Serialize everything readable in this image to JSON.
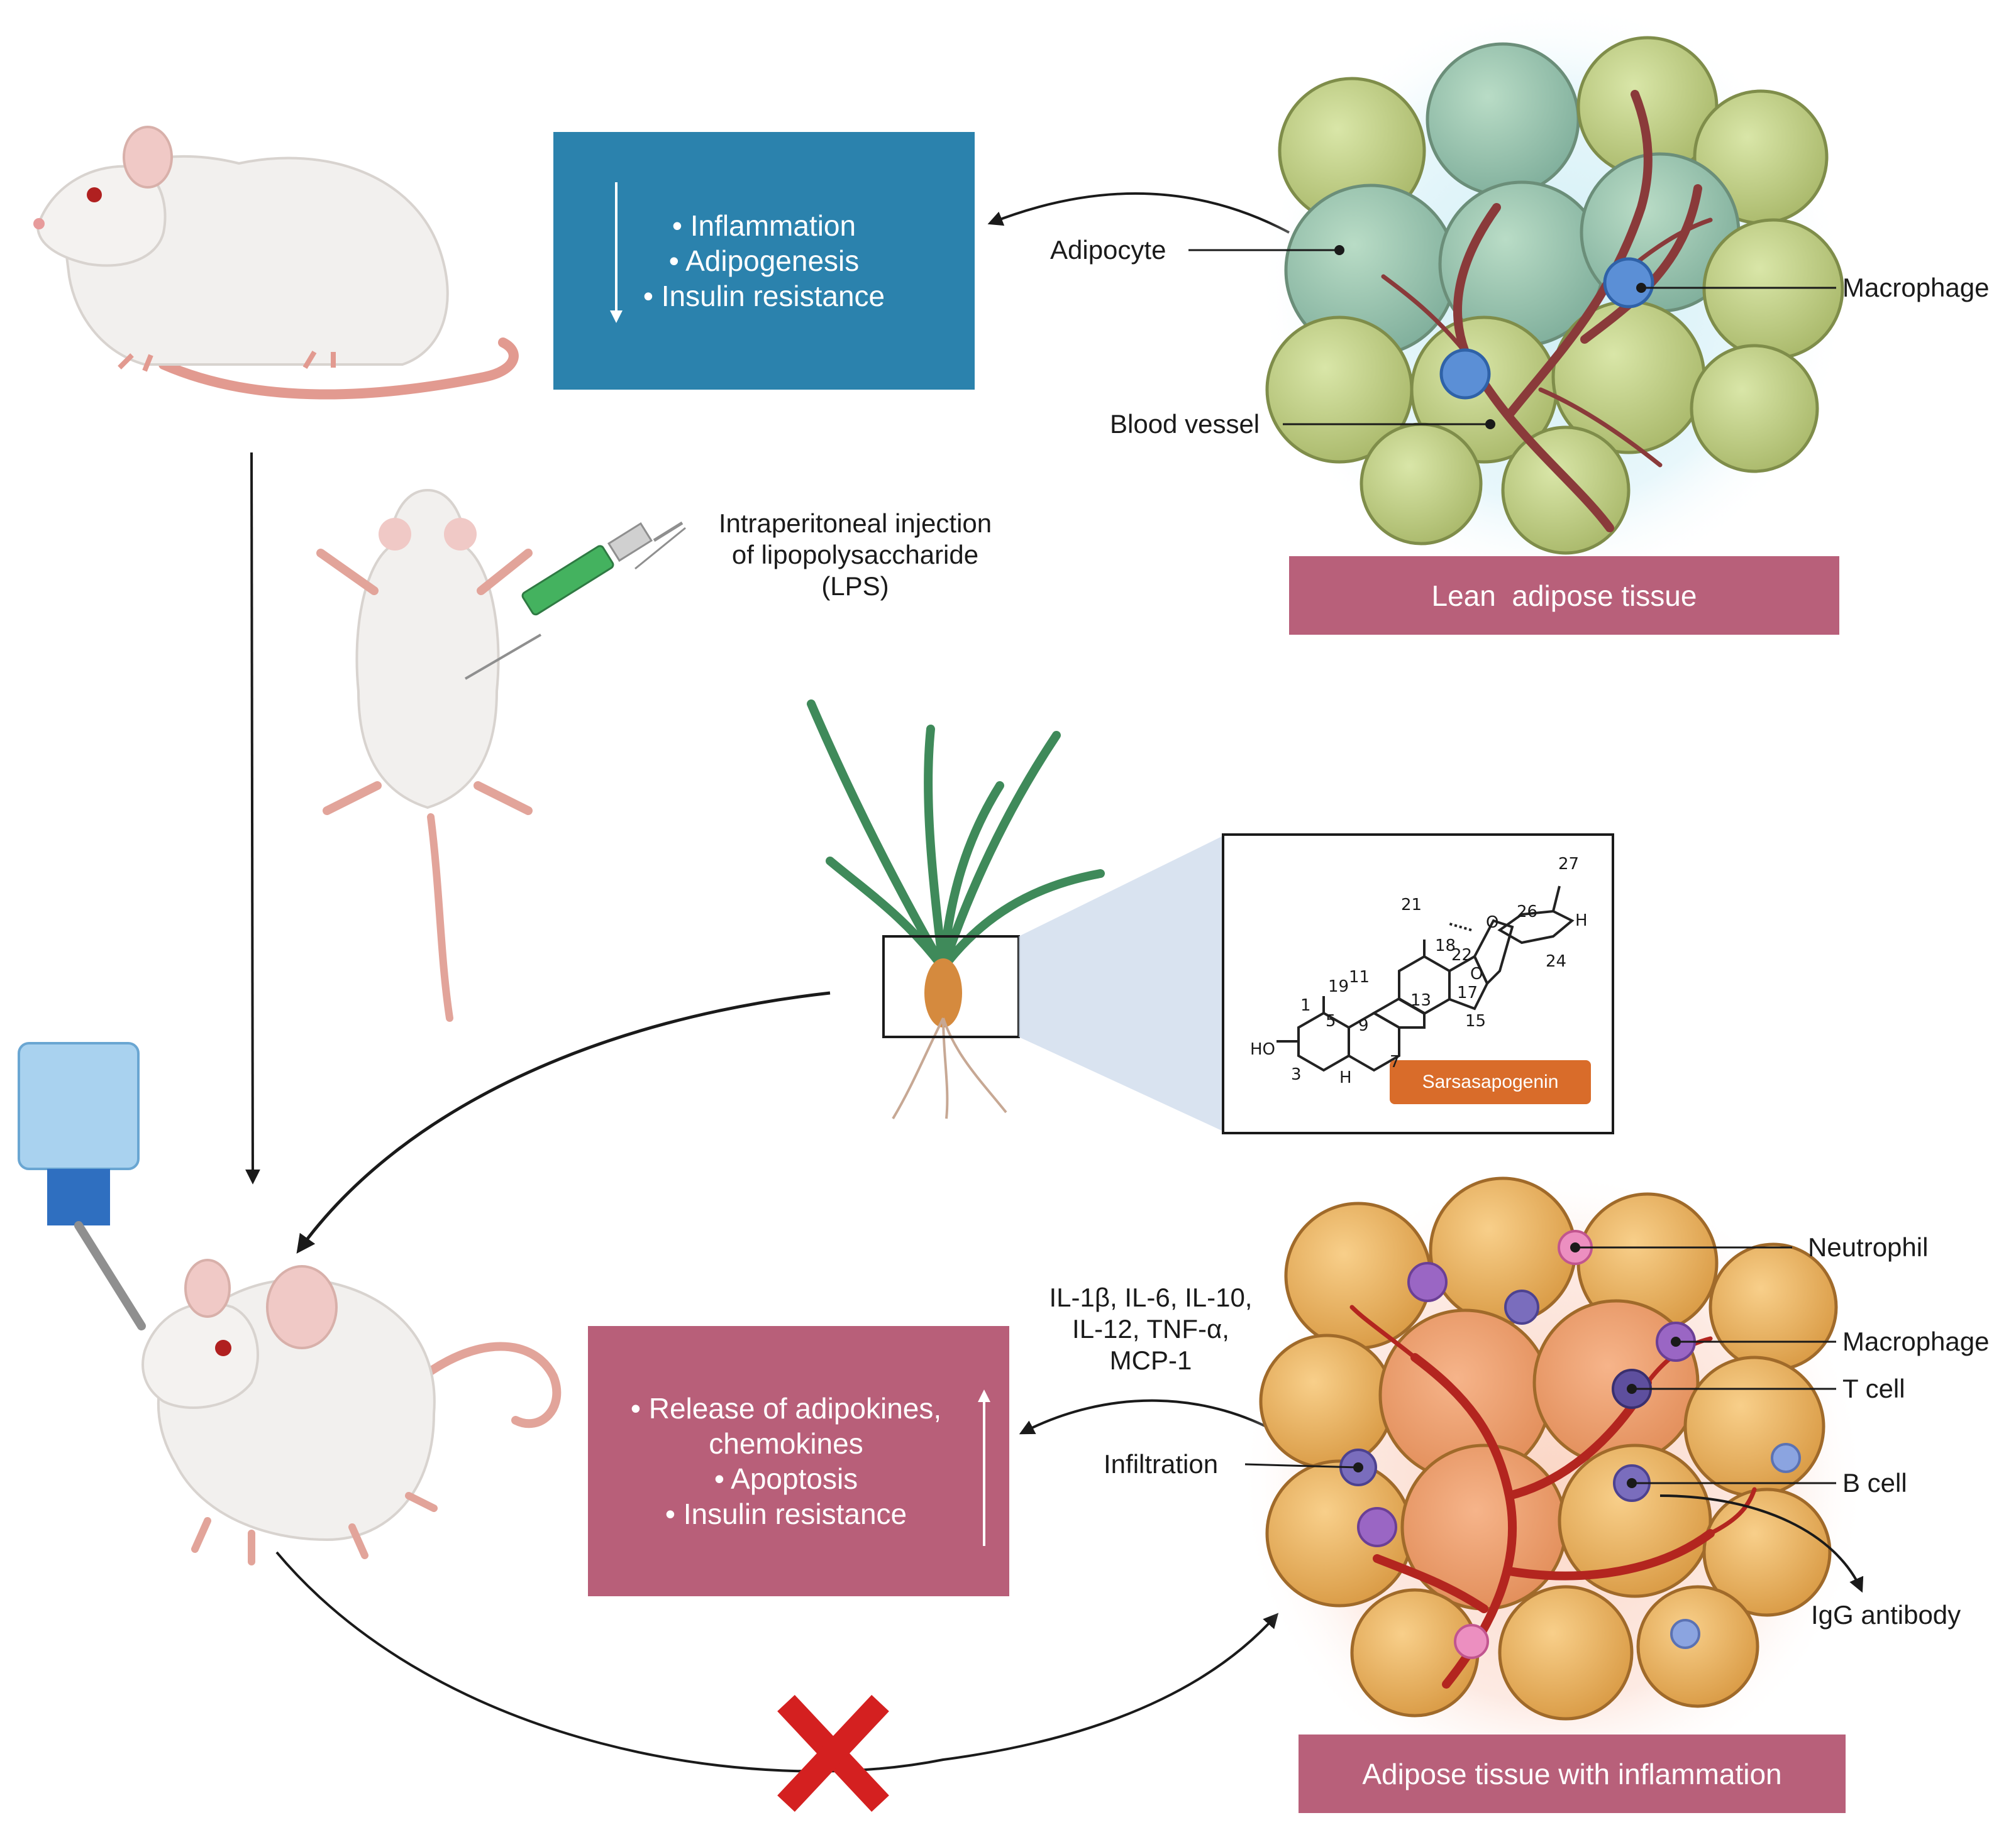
{
  "lean_effects": {
    "items": [
      "Inflammation",
      "Adipogenesis",
      "Insulin resistance"
    ]
  },
  "lean_tissue": {
    "title": "Lean  adipose tissue",
    "labels": {
      "adipocyte": "Adipocyte",
      "macrophage": "Macrophage",
      "blood_vessel": "Blood vessel"
    }
  },
  "injection": {
    "lines": [
      "Intraperitoneal injection",
      "of lipopolysaccharide",
      "(LPS)"
    ]
  },
  "compound": {
    "name": "Sarsasapogenin",
    "atom_labels": [
      "27",
      "21",
      "26",
      "H",
      "18",
      "22",
      "O",
      "O",
      "24",
      "19",
      "11",
      "13",
      "17",
      "1",
      "9",
      "15",
      "HO",
      "5",
      "7",
      "3",
      "H"
    ]
  },
  "cytokines": {
    "lines": [
      "IL-1β, IL-6, IL-10,",
      "IL-12, TNF-α,",
      "MCP-1"
    ]
  },
  "inflamed_effects": {
    "items": [
      "Release of adipokines,",
      "chemokines",
      "Apoptosis",
      "Insulin resistance"
    ]
  },
  "inflamed_tissue": {
    "title": "Adipose tissue with inflammation",
    "labels": {
      "neutrophil": "Neutrophil",
      "macrophage": "Macrophage",
      "t_cell": "T cell",
      "b_cell": "B cell",
      "igg": "IgG antibody",
      "infiltration": "Infiltration"
    }
  },
  "colors": {
    "blue_box": "#2b82ad",
    "rose_box": "#b85f79",
    "rose_title": "#b8607a",
    "compound_tag": "#d96c2a",
    "x_mark": "#d42020"
  }
}
